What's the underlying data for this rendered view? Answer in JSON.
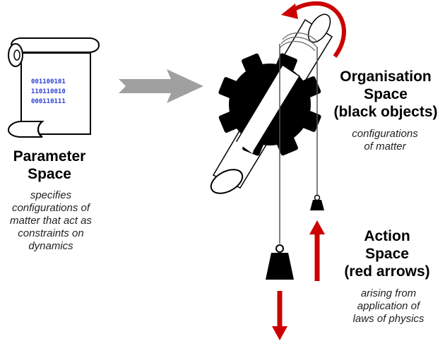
{
  "parameter_space": {
    "title": "Parameter\nSpace",
    "description": "specifies\nconfigurations of\nmatter that act as\nconstraints on\ndynamics",
    "binary_lines": [
      "001100101",
      "110110010",
      "000110111"
    ]
  },
  "organisation_space": {
    "title": "Organisation\nSpace\n(black objects)",
    "description": "configurations\nof matter"
  },
  "action_space": {
    "title": "Action\nSpace\n(red arrows)",
    "description": "arising from\napplication of\nlaws of physics"
  },
  "colors": {
    "arrow_red": "#cc0000",
    "flow_arrow_gray": "#a0a0a0",
    "object_black": "#000000",
    "binary_blue": "#2b3fd1"
  }
}
